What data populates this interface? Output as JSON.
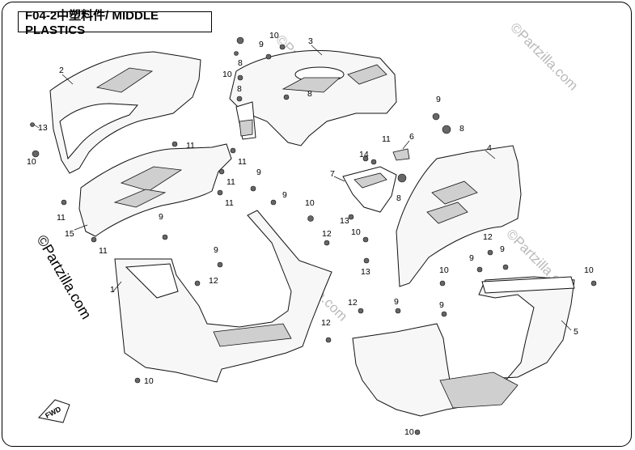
{
  "diagram": {
    "title": "F04-2中塑料件/ MIDDLE PLASTICS",
    "watermark": "©Partzilla.com",
    "fwd_label": "FWD",
    "callouts": {
      "n1": "1",
      "n2": "2",
      "n3": "3",
      "n4": "4",
      "n5": "5",
      "n6": "6",
      "n7": "7",
      "n8": "8",
      "n9": "9",
      "n10": "10",
      "n11": "11",
      "n12": "12",
      "n13": "13",
      "n14": "14",
      "n15": "15"
    }
  }
}
